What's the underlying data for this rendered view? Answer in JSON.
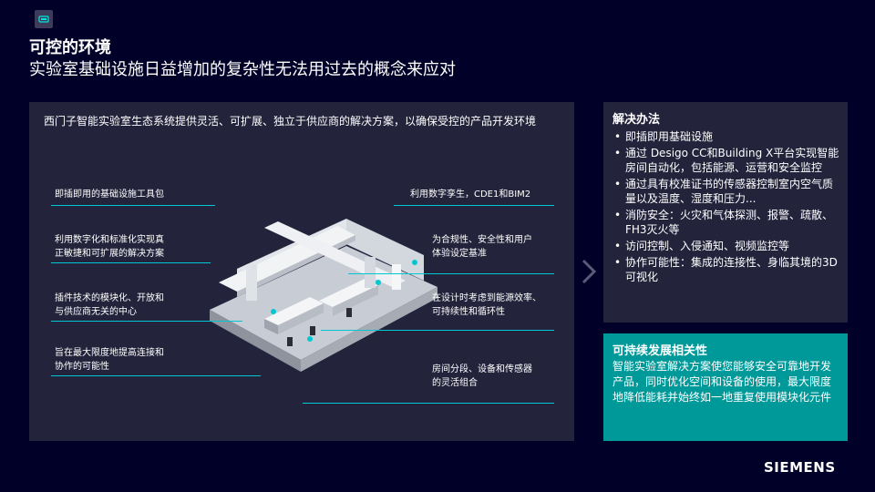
{
  "header": {
    "title": "可控的环境",
    "subtitle": "实验室基础设施日益增加的复杂性无法用过去的概念来应对"
  },
  "main": {
    "intro": "西门子智能实验室生态系统提供灵活、可扩展、独立于供应商的解决方案，以确保受控的产品开发环境",
    "callouts_left": [
      "即插即用的基础设施工具包",
      "利用数字化和标准化实现真\n正敏捷和可扩展的解决方案",
      "插件技术的模块化、开放和\n与供应商无关的中心",
      "旨在最大限度地提高连接和\n协作的可能性"
    ],
    "callouts_right": [
      "利用数字孪生，CDE1和BIM2",
      "为合规性、安全性和用户\n体验设定基准",
      "在设计时考虑到能源效率、\n可持续性和循环性",
      "房间分段、设备和传感器\n的灵活组合"
    ]
  },
  "solutions": {
    "title": "解决办法",
    "items": [
      "即插即用基础设施",
      "通过 Desigo  CC和Building X平台实现智能房间自动化，包括能源、运营和安全监控",
      "通过具有校准证书的传感器控制室内空气质量以及温度、湿度和压力...",
      "消防安全：火灾和气体探测、报警、疏散、FH3灭火等",
      "访问控制、入侵通知、视频监控等",
      "协作可能性：集成的连接性、身临其境的3D可视化"
    ]
  },
  "sustainability": {
    "title": "可持续发展相关性",
    "text": "智能实验室解决方案使您能够安全可靠地开发产品，同时优化空间和设备的使用，最大限度地降低能耗并始终如一地重复使用模块化元件"
  },
  "footer": {
    "brand": "SIEMENS"
  },
  "colors": {
    "background": "#000028",
    "panel": "#23233c",
    "accent": "#00c8d2",
    "teal": "#009999"
  },
  "icons": {
    "logo": "app-icon",
    "chevron": "chevron-right-icon",
    "bullet": "bullet-icon"
  }
}
